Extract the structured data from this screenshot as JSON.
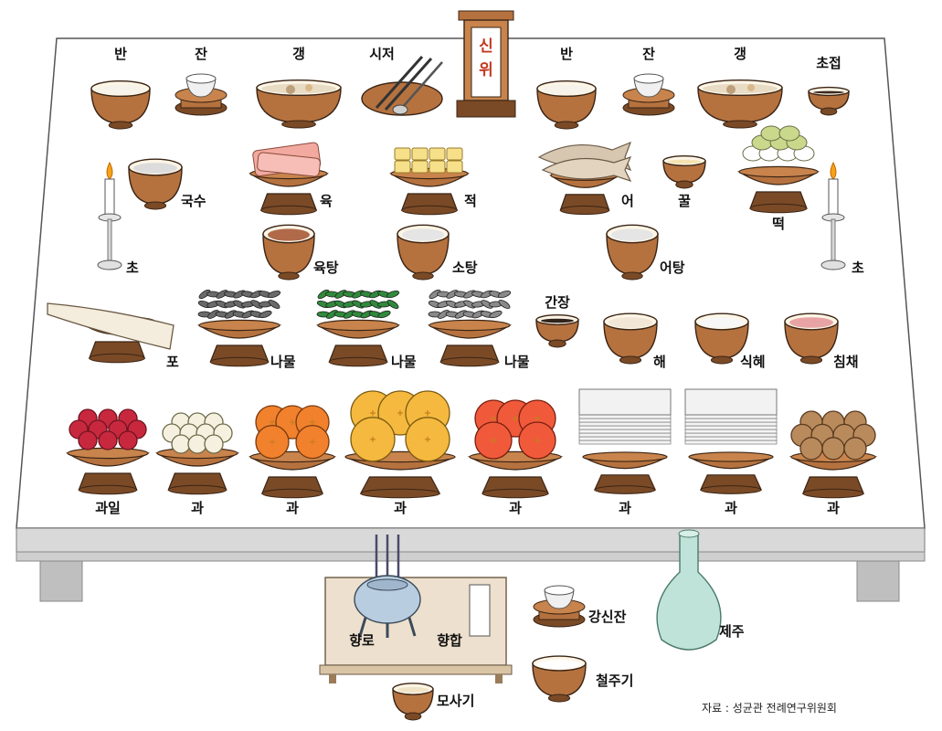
{
  "tablet": {
    "line1": "신",
    "line2": "위"
  },
  "row1": {
    "rice_l": "반",
    "cup_l": "잔",
    "soup_l": "갱",
    "spoon": "시저",
    "rice_r": "반",
    "cup_r": "잔",
    "soup_r": "갱",
    "vinegar": "초접"
  },
  "row2": {
    "noodle": "국수",
    "meat": "육",
    "jeok": "적",
    "fish": "어",
    "honey": "꿀",
    "ricecake": "떡",
    "candle_l": "초",
    "candle_r": "초"
  },
  "row3": {
    "meat_soup": "육탕",
    "beef_soup": "소탕",
    "fish_soup": "어탕"
  },
  "row4": {
    "jerky": "포",
    "namul_1": "나물",
    "namul_2": "나물",
    "namul_3": "나물",
    "soy": "간장",
    "pickle": "해",
    "sikhye": "식혜",
    "kimchi": "침채"
  },
  "row5": {
    "fruit_1": "과일",
    "fruit_2": "과",
    "fruit_3": "과",
    "fruit_4": "과",
    "fruit_5": "과",
    "fruit_6": "과",
    "fruit_7": "과",
    "fruit_8": "과"
  },
  "bottom": {
    "incense": "향로",
    "incense_box": "향합",
    "gangsin": "강신잔",
    "wine": "제주",
    "cheoljugi": "철주기",
    "mosagi": "모사기"
  },
  "source": "자료 : 성균관 전례연구위원회",
  "colors": {
    "wood": "#b5723f",
    "wood_dark": "#7a4a26",
    "table": "#ffffff",
    "table_edge": "#d9d9d9",
    "table_leg": "#bfbfbf",
    "apple": "#c8283e",
    "pear": "#f5b93f",
    "persimmon": "#f1812c",
    "herb": "#2f8a3b"
  }
}
